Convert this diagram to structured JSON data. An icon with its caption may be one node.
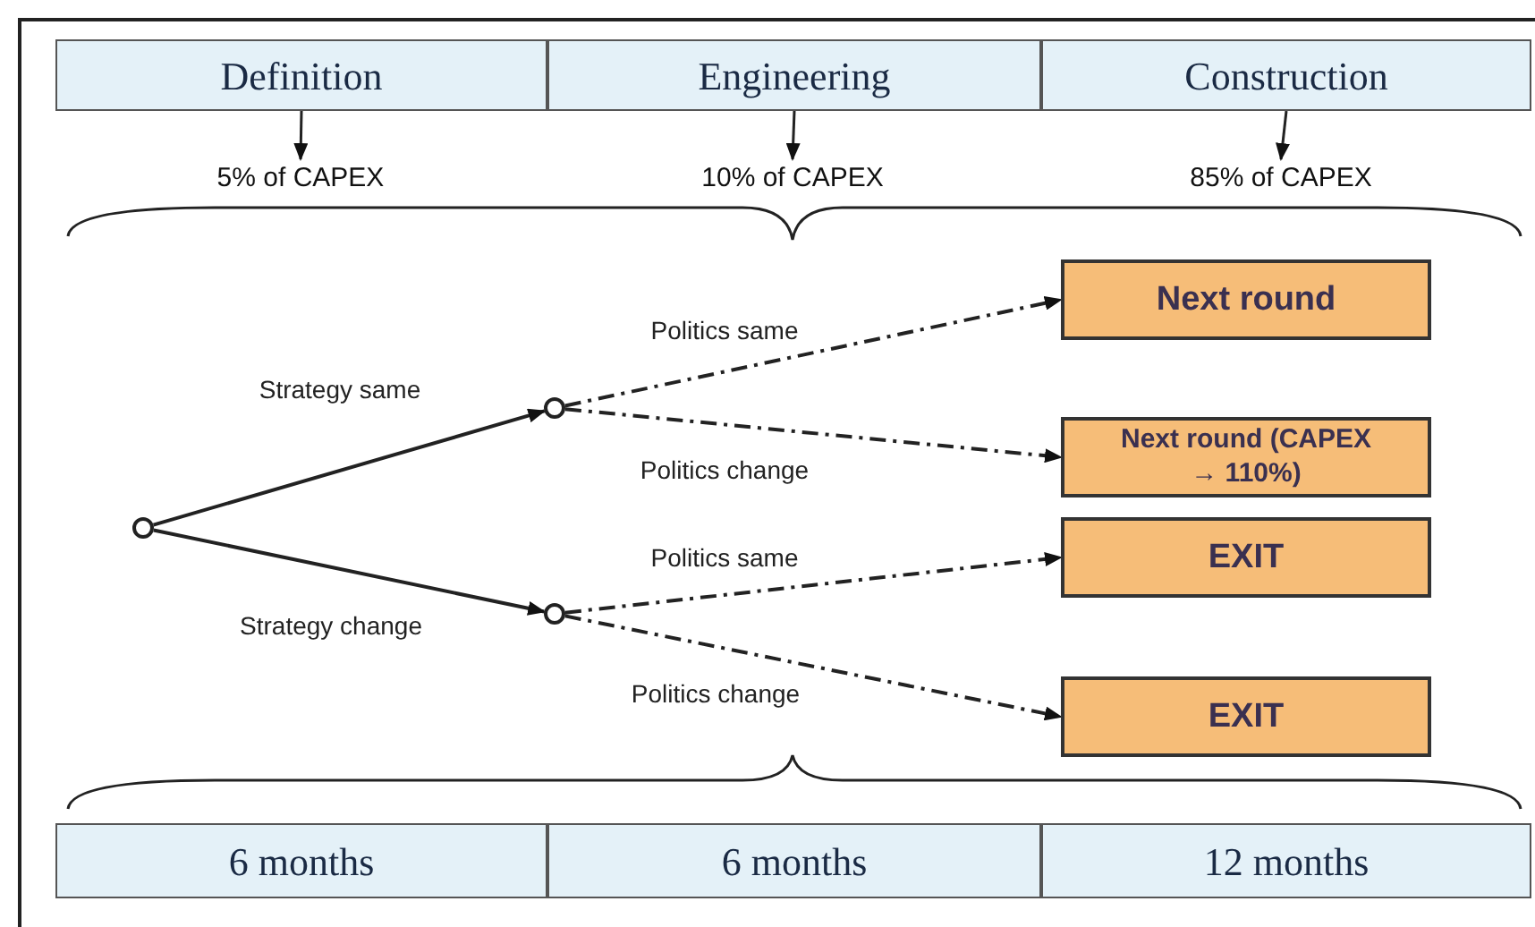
{
  "diagram": {
    "nodes": [
      {
        "text": [
          "Definition"
        ]
      },
      {
        "text": [
          "Engineering"
        ]
      },
      {
        "text": [
          "Construction"
        ]
      },
      {
        "text": [
          "5% of CAPEX"
        ]
      },
      {
        "text": [
          "10% of CAPEX"
        ]
      },
      {
        "text": [
          "85% of CAPEX"
        ]
      },
      {
        "text": [],
        "shape": "circle"
      },
      {
        "text": [],
        "shape": "circle"
      },
      {
        "text": [],
        "shape": "circle"
      },
      {
        "text": [
          "Next round"
        ]
      },
      {
        "text": [
          "Next round (CAPEX → 110%)"
        ]
      },
      {
        "text": [
          "EXIT"
        ]
      },
      {
        "text": [
          "EXIT"
        ]
      },
      {
        "text": [
          "6 months"
        ]
      },
      {
        "text": [
          "6 months"
        ]
      },
      {
        "text": [
          "12 months"
        ]
      }
    ],
    "edges": [
      {
        "from": 0,
        "to": 3,
        "arrow": "to"
      },
      {
        "from": 1,
        "to": 4,
        "arrow": "to"
      },
      {
        "from": 2,
        "to": 5,
        "arrow": "to"
      },
      {
        "from": 6,
        "to": 7,
        "arrow": "to",
        "label": "Strategy same"
      },
      {
        "from": 6,
        "to": 8,
        "arrow": "to",
        "label": "Strategy change"
      },
      {
        "from": 7,
        "to": 9,
        "arrow": "to",
        "label": "Politics same",
        "style": "dashed"
      },
      {
        "from": 7,
        "to": 10,
        "arrow": "to",
        "label": "Politics change",
        "style": "dashed"
      },
      {
        "from": 8,
        "to": 11,
        "arrow": "to",
        "label": "Politics same",
        "style": "dashed"
      },
      {
        "from": 8,
        "to": 12,
        "arrow": "to",
        "label": "Politics change",
        "style": "dashed"
      }
    ]
  }
}
